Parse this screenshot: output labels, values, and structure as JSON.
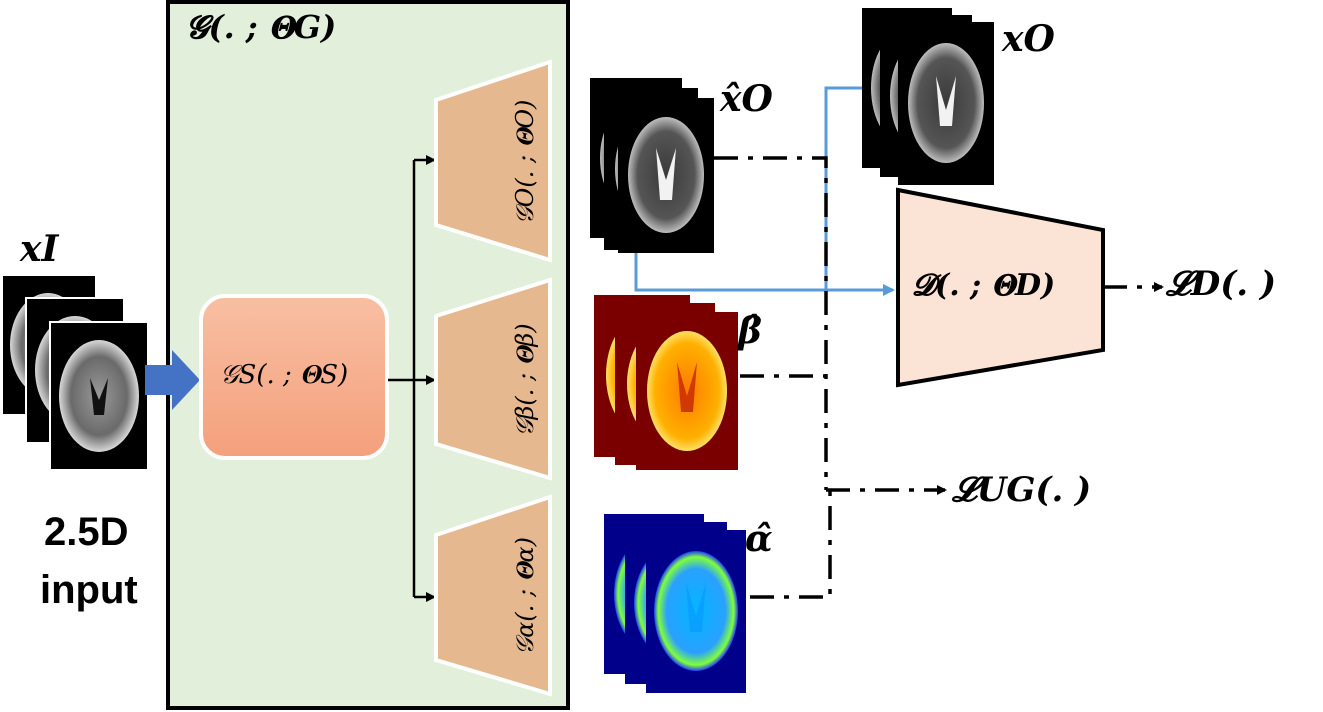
{
  "generator": {
    "title": "𝓖(. ; 𝚯G)",
    "shared": "𝒢S(. ; 𝚯S)",
    "head_o": "𝒢O(. ; 𝚯O)",
    "head_beta": "𝒢β(. ; 𝚯β)",
    "head_alpha": "𝒢α(. ; 𝚯α)"
  },
  "input": {
    "symbol": "𝒙I",
    "caption_line1": "2.5D",
    "caption_line2": "input"
  },
  "outputs": {
    "x_hat": "𝒙̂O",
    "beta_hat": "𝜷̂",
    "alpha_hat": "𝜶̂",
    "x_real": "𝒙O"
  },
  "discriminator": {
    "label": "𝓓(. ; 𝚯D)"
  },
  "losses": {
    "loss_d": "𝓛D(. )",
    "loss_ug": "𝓛UG(. )"
  },
  "colors": {
    "generator_bg": "#e2efda",
    "shared_block": "#f4a582",
    "head_block": "#e6b88f",
    "discriminator": "#fbe3d6",
    "input_arrow": "#4472c4",
    "blue_line": "#5b9bd5"
  }
}
